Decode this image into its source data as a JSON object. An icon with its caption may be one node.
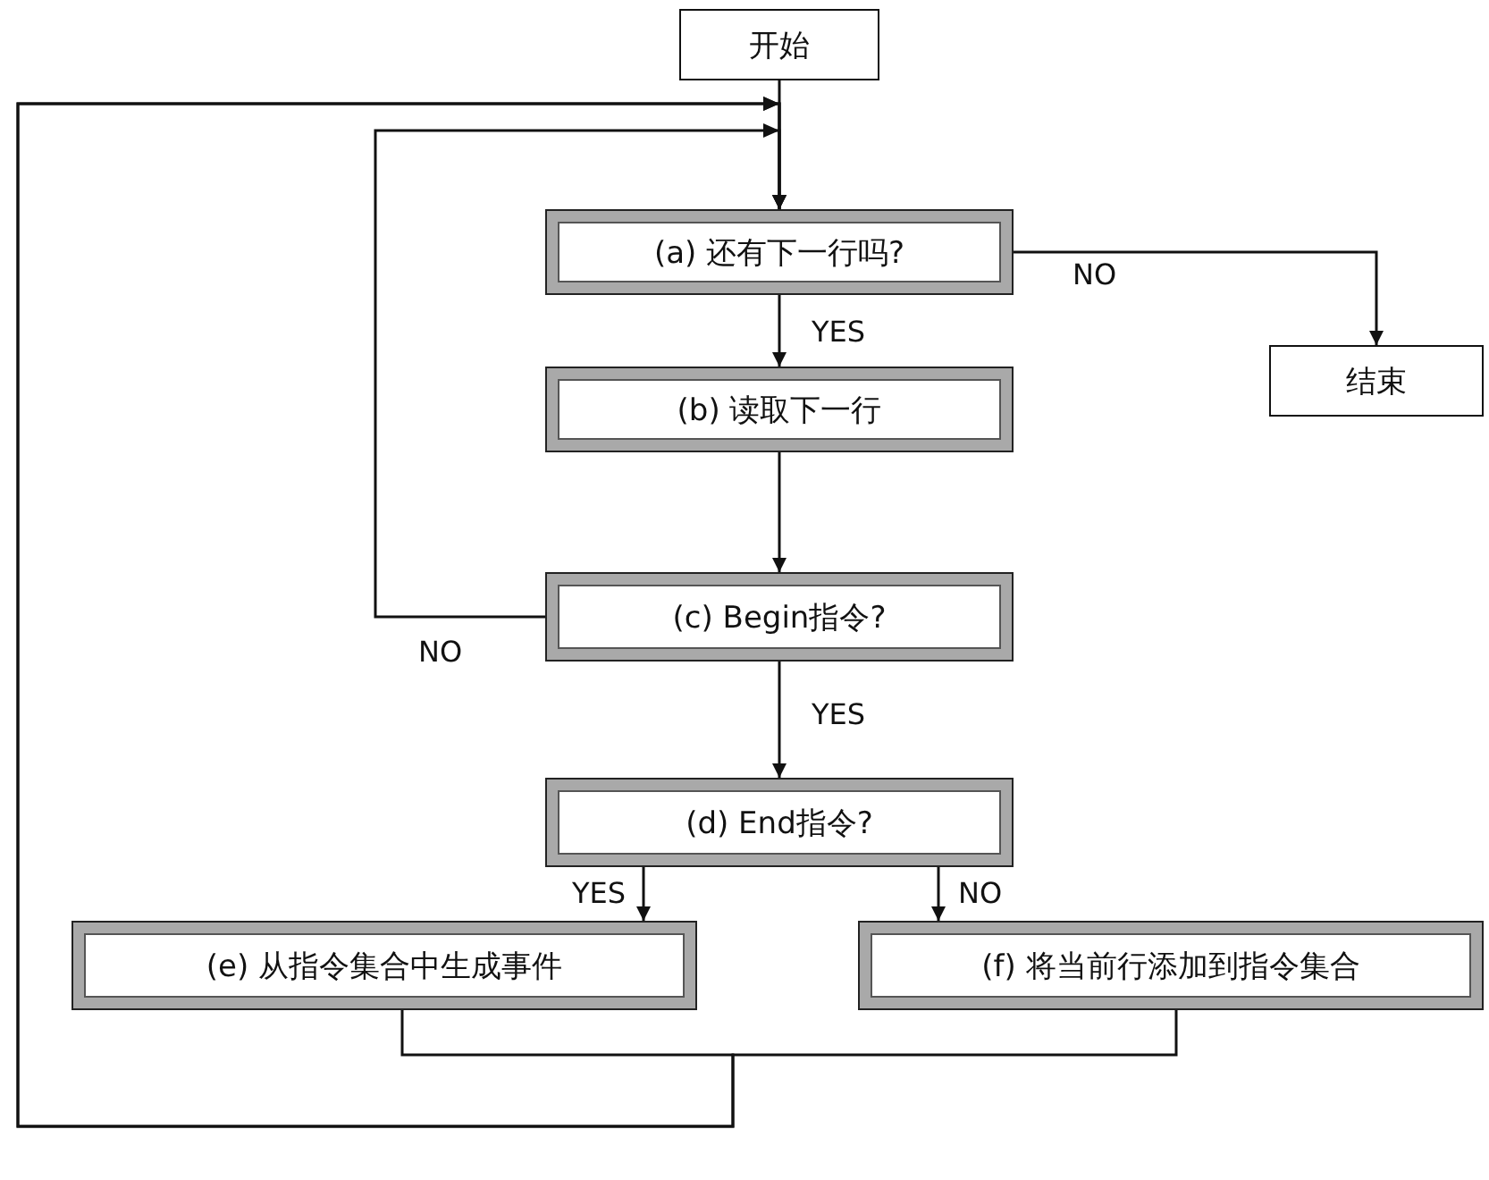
{
  "diagram": {
    "nodes": [
      {
        "text": [
          "开始"
        ]
      },
      {
        "text": [
          "(a) 还有下一行吗?"
        ]
      },
      {
        "text": [
          "结束"
        ]
      },
      {
        "text": [
          "(b) 读取下一行"
        ]
      },
      {
        "text": [
          "(c) Begin指令?"
        ]
      },
      {
        "text": [
          "(d) End指令?"
        ]
      },
      {
        "text": [
          "(e) 从指令集合中生成事件"
        ]
      },
      {
        "text": [
          "(f) 将当前行添加到指令集合"
        ]
      }
    ],
    "edges": [
      {
        "from": 0,
        "to": 1,
        "arrow": "to"
      },
      {
        "from": 1,
        "to": 2,
        "arrow": "to",
        "label": "NO"
      },
      {
        "from": 1,
        "to": 3,
        "arrow": "to",
        "label": "YES"
      },
      {
        "from": 3,
        "to": 4,
        "arrow": "to"
      },
      {
        "from": 4,
        "to": 1,
        "arrow": "to",
        "label": "NO"
      },
      {
        "from": 4,
        "to": 5,
        "arrow": "to",
        "label": "YES"
      },
      {
        "from": 5,
        "to": 6,
        "arrow": "to",
        "label": "YES"
      },
      {
        "from": 5,
        "to": 7,
        "arrow": "to",
        "label": "NO"
      },
      {
        "from": 6,
        "to": 1,
        "arrow": "to"
      },
      {
        "from": 7,
        "to": 1,
        "arrow": "to"
      }
    ]
  }
}
